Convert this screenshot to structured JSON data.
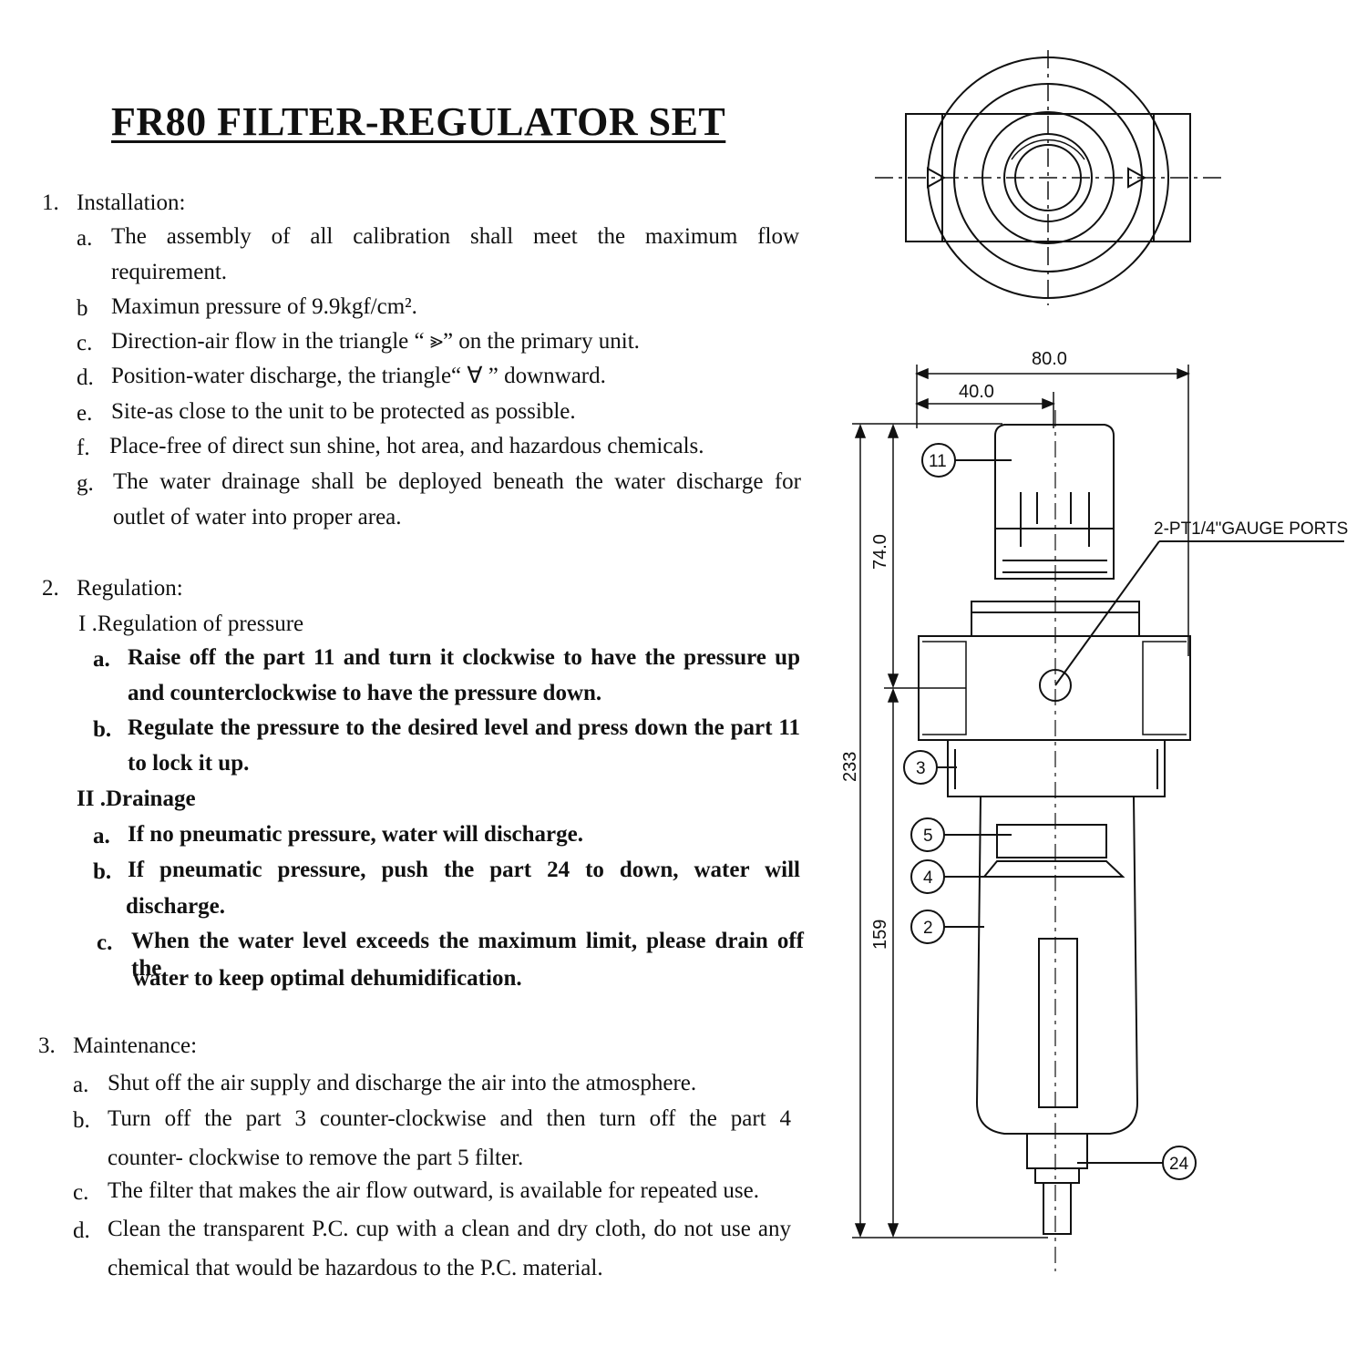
{
  "title": "FR80 FILTER-REGULATOR SET",
  "sections": {
    "installation": {
      "number": "1.",
      "heading": "Installation:",
      "items": [
        {
          "mark": "a.",
          "line1": "The assembly of all calibration shall meet the maximum flow",
          "line2": "requirement."
        },
        {
          "mark": "b",
          "text": "Maximun pressure of 9.9kgf/cm²."
        },
        {
          "mark": "c.",
          "text": "Direction-air flow in the triangle “ ⪢” on the primary unit."
        },
        {
          "mark": "d.",
          "text": "Position-water discharge, the triangle“ ∀ ” downward."
        },
        {
          "mark": "e.",
          "text": "Site-as close to the unit to be protected as possible."
        },
        {
          "mark": "f.",
          "text": "Place-free of direct sun shine, hot area, and hazardous chemicals."
        },
        {
          "mark": "g.",
          "line1": "The water drainage shall be deployed beneath the water discharge for",
          "line2": "outlet of water into proper area."
        }
      ]
    },
    "regulation": {
      "number": "2.",
      "heading": "Regulation:",
      "sub1": {
        "heading": "I .Regulation of pressure",
        "items": [
          {
            "mark": "a.",
            "line1": "Raise off the part 11 and turn it clockwise to have the pressure up",
            "line2": "and counterclockwise to have the pressure down."
          },
          {
            "mark": "b.",
            "line1": "Regulate the pressure to the desired level and press down the part 11",
            "line2": "to lock it up."
          }
        ]
      },
      "sub2": {
        "heading": "II .Drainage",
        "items": [
          {
            "mark": "a.",
            "text": "If no pneumatic pressure, water will discharge."
          },
          {
            "mark": "b.",
            "line1": "If pneumatic pressure, push the part 24 to down, water will",
            "line2": "discharge."
          },
          {
            "mark": "c.",
            "line1": "When the water level exceeds the maximum limit, please drain off the",
            "line2": "water to keep optimal dehumidification."
          }
        ]
      }
    },
    "maintenance": {
      "number": "3.",
      "heading": "Maintenance:",
      "items": [
        {
          "mark": "a.",
          "text": "Shut off the air supply and discharge the air into the atmosphere."
        },
        {
          "mark": "b.",
          "line1": "Turn off the part 3 counter-clockwise and then turn off the part 4",
          "line2": "counter- clockwise to remove the part 5 filter."
        },
        {
          "mark": "c.",
          "text": "The filter that makes the air flow outward, is available for repeated use."
        },
        {
          "mark": "d.",
          "line1": "Clean the transparent P.C. cup with a clean and dry cloth, do not use any",
          "line2": "chemical that would be hazardous to the P.C. material."
        }
      ]
    }
  },
  "drawing": {
    "dimensions": {
      "overall_width": "80.0",
      "half_width": "40.0",
      "upper_height": "74.0",
      "total_height": "233",
      "lower_height": "159"
    },
    "gauge_ports_label": "2-PT1/4\"GAUGE PORTS",
    "callouts": {
      "c11": "11",
      "c3": "3",
      "c5": "5",
      "c4": "4",
      "c2": "2",
      "c24": "24"
    }
  }
}
